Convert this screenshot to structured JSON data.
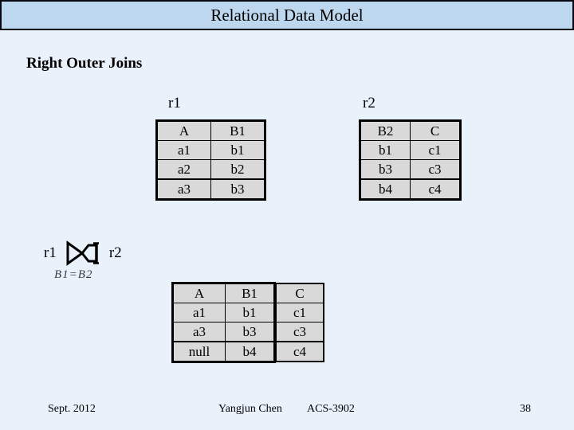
{
  "colors": {
    "slide_background": "#e9f1fb",
    "title_bar_background": "#bdd7ee",
    "table_cell_background": "#d9d9d9",
    "border": "#000000"
  },
  "title_bar": {
    "title": "Relational Data Model"
  },
  "heading": "Right Outer Joins",
  "join": {
    "left_operand": "r1",
    "operator": "right-outer-join",
    "right_operand": "r2",
    "condition": "B1=B2"
  },
  "tables": {
    "r1": {
      "label": "r1",
      "headers": [
        "A",
        "B1"
      ],
      "rows": [
        [
          "a1",
          "b1"
        ],
        [
          "a2",
          "b2"
        ],
        [
          "a3",
          "b3"
        ]
      ]
    },
    "r2": {
      "label": "r2",
      "headers": [
        "B2",
        "C"
      ],
      "rows": [
        [
          "b1",
          "c1"
        ],
        [
          "b3",
          "c3"
        ],
        [
          "b4",
          "c4"
        ]
      ]
    },
    "result": {
      "headers": [
        "A",
        "B1",
        "C"
      ],
      "rows": [
        [
          "a1",
          "b1",
          "c1"
        ],
        [
          "a3",
          "b3",
          "c3"
        ],
        [
          "null",
          "b4",
          "c4"
        ]
      ]
    }
  },
  "footer": {
    "date": "Sept. 2012",
    "author": "Yangjun Chen",
    "course": "ACS-3902",
    "page_number": "38"
  }
}
